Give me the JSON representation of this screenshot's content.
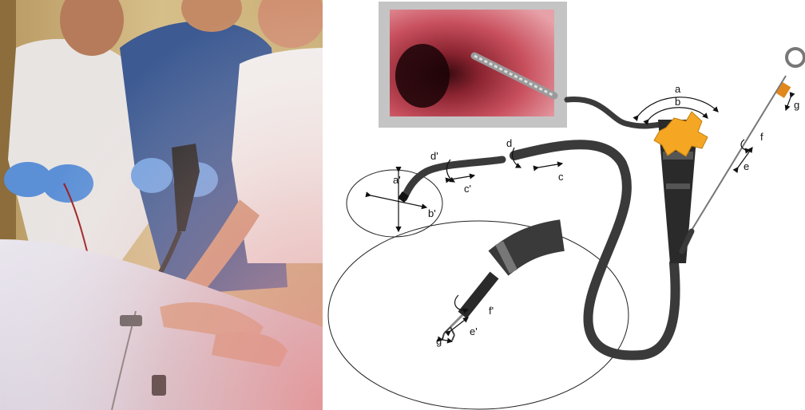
{
  "diagram_labels": {
    "a": "a",
    "b": "b",
    "c": "c",
    "d": "d",
    "e": "e",
    "f": "f",
    "g": "g",
    "a_prime": "a'",
    "b_prime": "b'",
    "c_prime": "c'",
    "d_prime": "d'",
    "e_prime": "e'",
    "f_prime": "f'",
    "g_prime": "g'"
  },
  "colors": {
    "scope_body": "#3a3a3a",
    "control_knob": "#f5a623",
    "monitor_frame": "#c4c4c4",
    "tissue": "#c94a57"
  }
}
